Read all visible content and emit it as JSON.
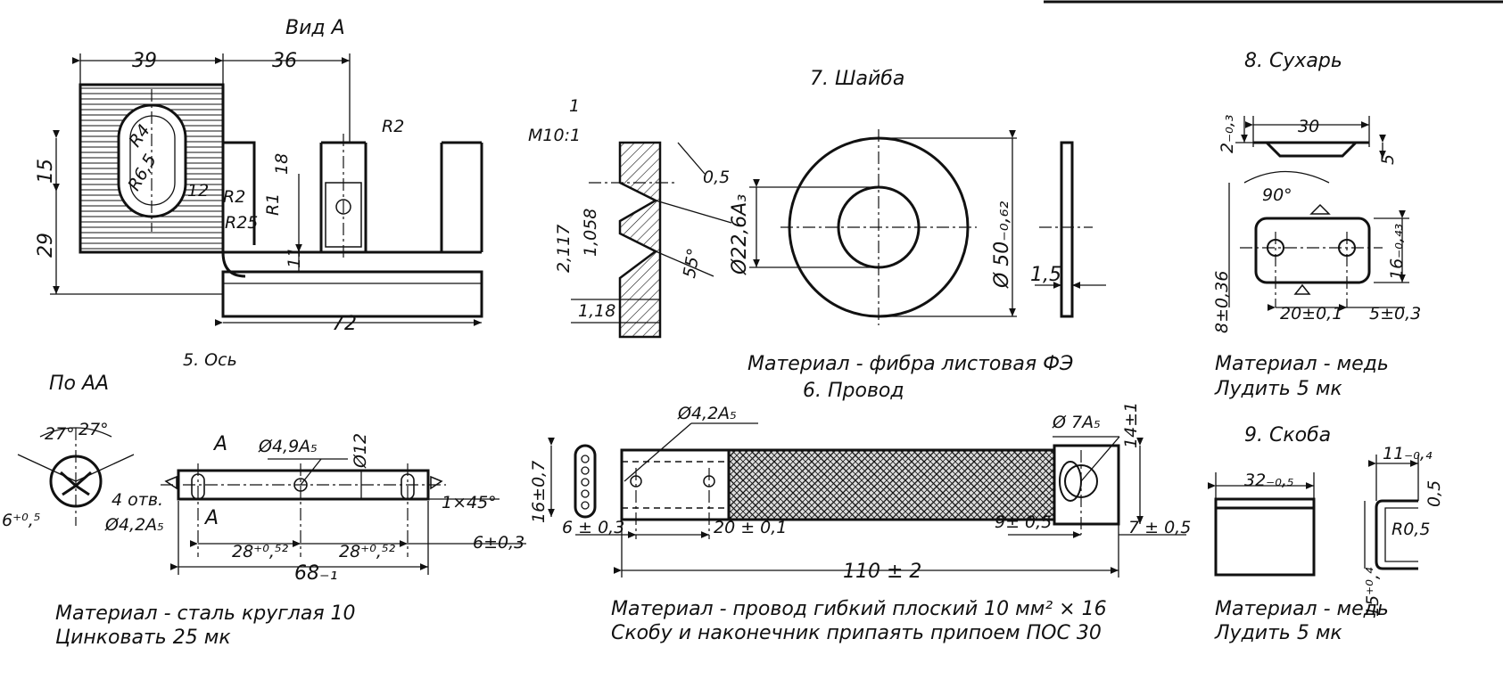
{
  "top_left": {
    "view_title": "Вид А",
    "dim_39": "39",
    "dim_36": "36",
    "dim_15": "15",
    "dim_29": "29",
    "dim_R4": "R4",
    "dim_R65": "R6,5",
    "dim_12": "12",
    "dim_R2_a": "R2",
    "dim_R2_b": "R2",
    "dim_R25": "R25",
    "dim_R1": "R1",
    "dim_18": "18",
    "dim_11": "11",
    "dim_72": "72"
  },
  "thread": {
    "part_no": "1",
    "scale": "М10:1",
    "dim_05": "0,5",
    "dim_2117": "2,117",
    "dim_1058": "1,058",
    "dim_55": "55°",
    "dim_118": "1,18"
  },
  "washer": {
    "title": "7. Шайба",
    "dim_d226": "Ø22,6A₃",
    "dim_d50": "Ø 50₋₀,₆₂",
    "dim_15": "1,5",
    "material": "Материал - фибра листовая ФЭ"
  },
  "block": {
    "title": "8. Сухарь",
    "dim_2": "2₋₀,₃",
    "dim_30": "30",
    "dim_5": "5",
    "dim_90": "90°",
    "dim_16": "16₋₀,₄₃",
    "dim_8": "8±0,36",
    "dim_20": "20±0,1",
    "dim_5b": "5±0,3",
    "material": "Материал - медь",
    "coating": "Лудить 5 мк"
  },
  "axle": {
    "title": "5. Ось",
    "section": "По АА",
    "dim_27a": "27°",
    "dim_27b": "27°",
    "dim_6": "6⁺⁰,⁵",
    "holes": "4 отв.",
    "dim_d42": "Ø4,2A₅",
    "label_a_top": "A",
    "label_a_bottom": "A",
    "dim_d49": "Ø4,9A₅",
    "dim_d12": "Ø12",
    "dim_28a": "28⁺⁰,⁵²",
    "dim_28b": "28⁺⁰,⁵²",
    "dim_chamfer": "1×45°",
    "dim_6b": "6±0,3",
    "dim_68": "68₋₁",
    "material": "Материал - сталь  круглая 10",
    "coating": "Цинковать  25 мк"
  },
  "wire": {
    "title": "6. Провод",
    "dim_d42": "Ø4,2A₅",
    "dim_d7": "Ø 7A₅",
    "dim_14": "14±1",
    "dim_16": "16±0,7",
    "dim_6": "6 ± 0,3",
    "dim_20": "20 ± 0,1",
    "dim_9": "9± 0,5",
    "dim_7": "7 ± 0,5",
    "dim_110": "110 ± 2",
    "material": "Материал - провод гибкий  плоский  10 мм² × 16",
    "note": "Скобу  и  наконечник  припаять  припоем ПОС 30"
  },
  "bracket": {
    "title": "9. Скоба",
    "dim_32": "32₋₀,₅",
    "dim_11": "11₋₀,₄",
    "dim_05": "0,5",
    "dim_R05": "R0,5",
    "dim_15": "15⁺⁰,⁴",
    "material": "Материал - медь",
    "coating": "Лудить  5 мк"
  }
}
